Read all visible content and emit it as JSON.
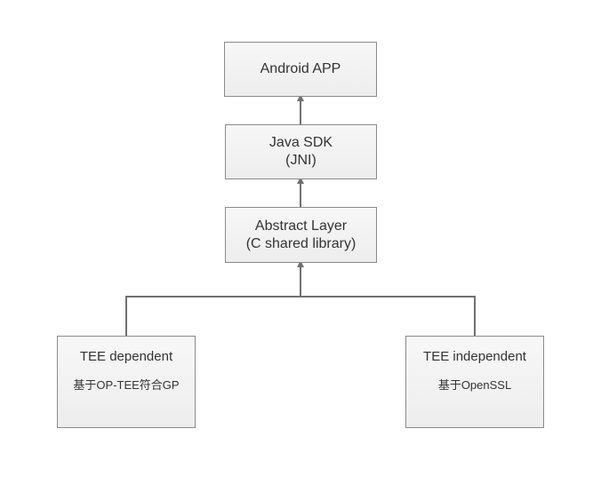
{
  "nodes": {
    "android_app": {
      "lines": [
        "Android APP"
      ]
    },
    "java_sdk": {
      "lines": [
        "Java SDK",
        "(JNI)"
      ]
    },
    "abstract_layer": {
      "lines": [
        "Abstract Layer",
        "(C shared library)"
      ]
    },
    "tee_dependent": {
      "title": "TEE dependent",
      "note": "基于OP-TEE符合GP"
    },
    "tee_independent": {
      "title": "TEE independent",
      "note": "基于OpenSSL"
    }
  },
  "edges": [
    {
      "from": "java_sdk",
      "to": "android_app"
    },
    {
      "from": "abstract_layer",
      "to": "java_sdk"
    },
    {
      "from": "tee_dependent",
      "to": "abstract_layer"
    },
    {
      "from": "tee_independent",
      "to": "abstract_layer"
    }
  ],
  "colors": {
    "connector": "#707070",
    "box_border": "#8a8a8a",
    "box_fill_top": "#f7f7f7",
    "box_fill_bottom": "#ededed",
    "text": "#333333"
  }
}
